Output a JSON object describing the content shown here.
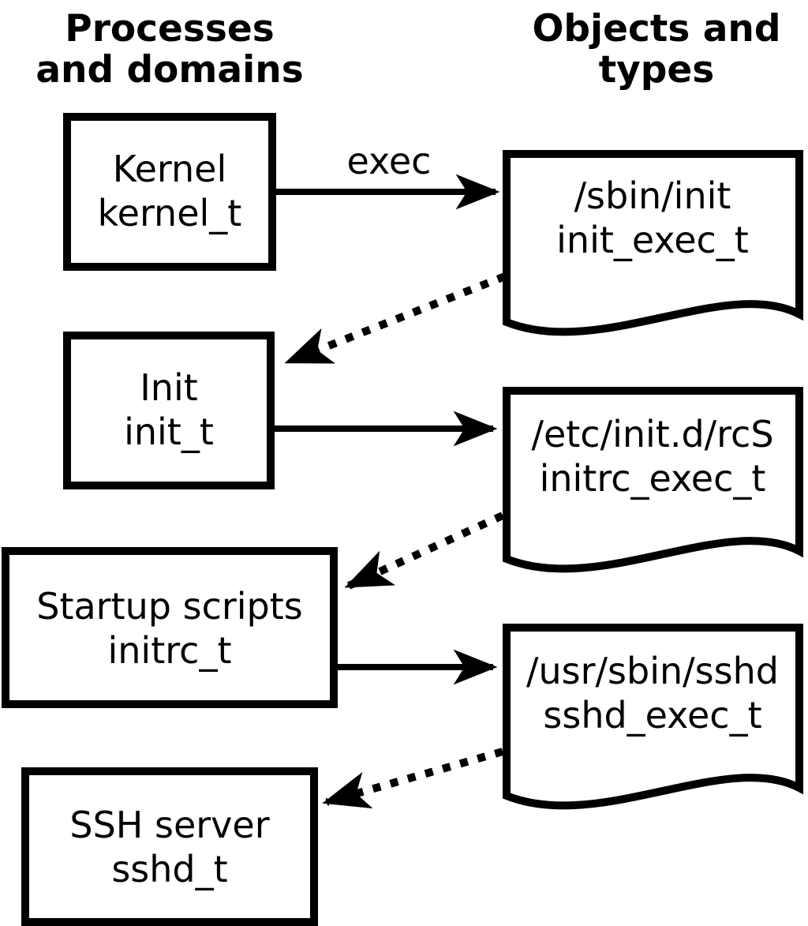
{
  "diagram": {
    "title_columns": {
      "left_line1": "Processes",
      "left_line2": "and domains",
      "right_line1": "Objects and",
      "right_line2": "types"
    },
    "processes": [
      {
        "name": "Kernel",
        "type": "kernel_t"
      },
      {
        "name": "Init",
        "type": "init_t"
      },
      {
        "name": "Startup scripts",
        "type": "initrc_t"
      },
      {
        "name": "SSH server",
        "type": "sshd_t"
      }
    ],
    "objects": [
      {
        "path": "/sbin/init",
        "type": "init_exec_t"
      },
      {
        "path": "/etc/init.d/rcS",
        "type": "initrc_exec_t"
      },
      {
        "path": "/usr/sbin/sshd",
        "type": "sshd_exec_t"
      }
    ],
    "labels": {
      "exec": "exec"
    },
    "edges": [
      {
        "from": "kernel_t",
        "to": "init_exec_t",
        "style": "solid",
        "label": "exec"
      },
      {
        "from": "init_exec_t",
        "to": "init_t",
        "style": "dotted",
        "label": ""
      },
      {
        "from": "init_t",
        "to": "initrc_exec_t",
        "style": "solid",
        "label": ""
      },
      {
        "from": "initrc_exec_t",
        "to": "initrc_t",
        "style": "dotted",
        "label": ""
      },
      {
        "from": "initrc_t",
        "to": "sshd_exec_t",
        "style": "solid",
        "label": ""
      },
      {
        "from": "sshd_exec_t",
        "to": "sshd_t",
        "style": "dotted",
        "label": ""
      }
    ],
    "colors": {
      "foreground": "#000000",
      "background": "#ffffff"
    }
  }
}
